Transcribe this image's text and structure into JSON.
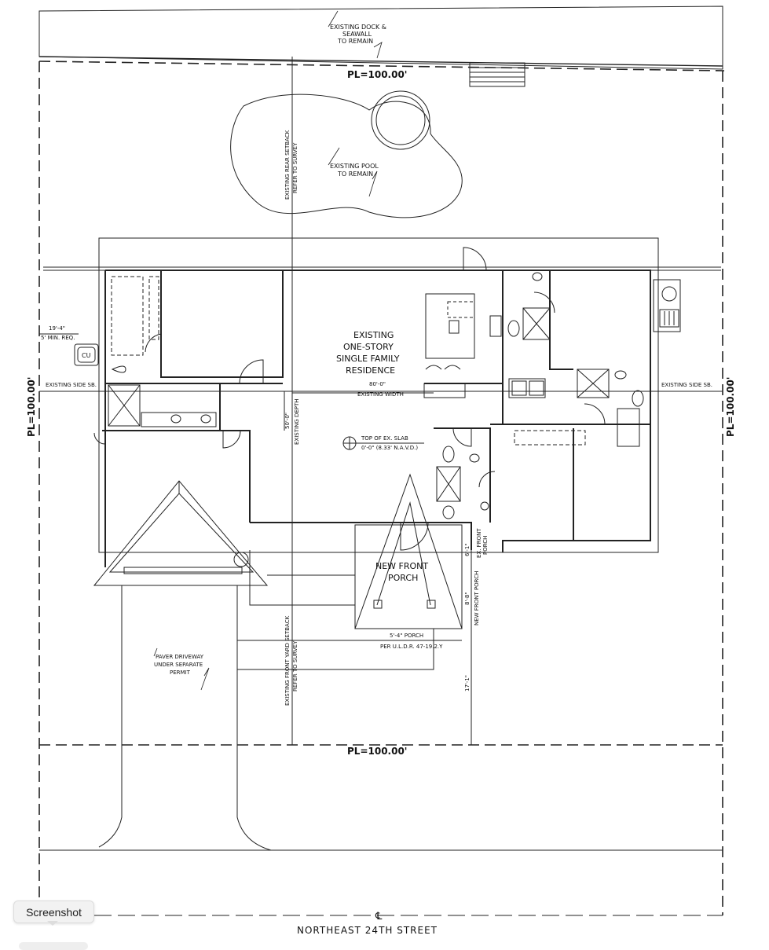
{
  "labels": {
    "dock": [
      "EXISTING DOCK &",
      "SEAWALL",
      "TO REMAIN"
    ],
    "pl_top": "PL=100.00'",
    "pl_bottom": "PL=100.00'",
    "pl_left": "PL=100.00'",
    "pl_right": "PL=100.00'",
    "rear_setback": [
      "EXISTING REAR SETBACK",
      "REFER TO SURVEY"
    ],
    "pool": [
      "EXISTING POOL",
      "TO REMAIN"
    ],
    "residence": [
      "EXISTING",
      "ONE-STORY",
      "SINGLE FAMILY",
      "RESIDENCE"
    ],
    "width_dim": "80'-0\"",
    "width_label": "EXISTING WIDTH",
    "side_sb_left": "EXISTING SIDE SB.",
    "side_sb_right": "EXISTING SIDE SB.",
    "min_dim": "19'-4\"",
    "min_req": "5' MIN. REQ.",
    "ac_unit": "CU",
    "depth_dim": "50'-0\"",
    "depth_label": "EXISTING DEPTH",
    "slab": [
      "TOP OF EX. SLAB",
      "0'-0\" (8.33' N.A.V.D.)"
    ],
    "porch": [
      "NEW FRONT",
      "PORCH"
    ],
    "ex_porch_dim": "6'-1\"",
    "ex_porch_label": [
      "EX. FRONT",
      "PORCH"
    ],
    "new_porch_dim": "8'-8\"",
    "new_porch_label": "NEW FRONT PORCH",
    "porch_width": [
      "5'-4\" PORCH",
      "PER U.L.D.R. 47-19.2.Y"
    ],
    "front_setback": [
      "EXISTING FRONT YARD SETBACK",
      "REFER TO SURVEY"
    ],
    "driveway": [
      "PAVER DRIVEWAY",
      "UNDER SEPARATE",
      "PERMIT"
    ],
    "front_dim": "17'-1\"",
    "centerline": "℄",
    "street": "NORTHEAST 24TH STREET"
  },
  "tooltip": {
    "label": "Screenshot"
  },
  "colors": {
    "line": "#222222",
    "background": "#ffffff",
    "tooltip_bg": "#f2f2f2"
  }
}
